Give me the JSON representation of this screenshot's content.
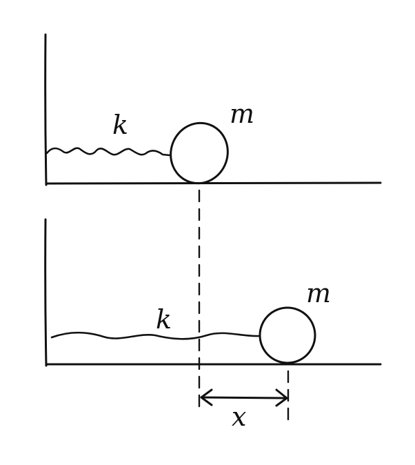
{
  "diagram": {
    "top_panel": {
      "spring_label": "k",
      "mass_label": "m"
    },
    "bottom_panel": {
      "spring_label": "k",
      "mass_label": "m"
    },
    "displacement_label": "x",
    "colors": {
      "ink": "#111111",
      "background": "#ffffff"
    }
  }
}
